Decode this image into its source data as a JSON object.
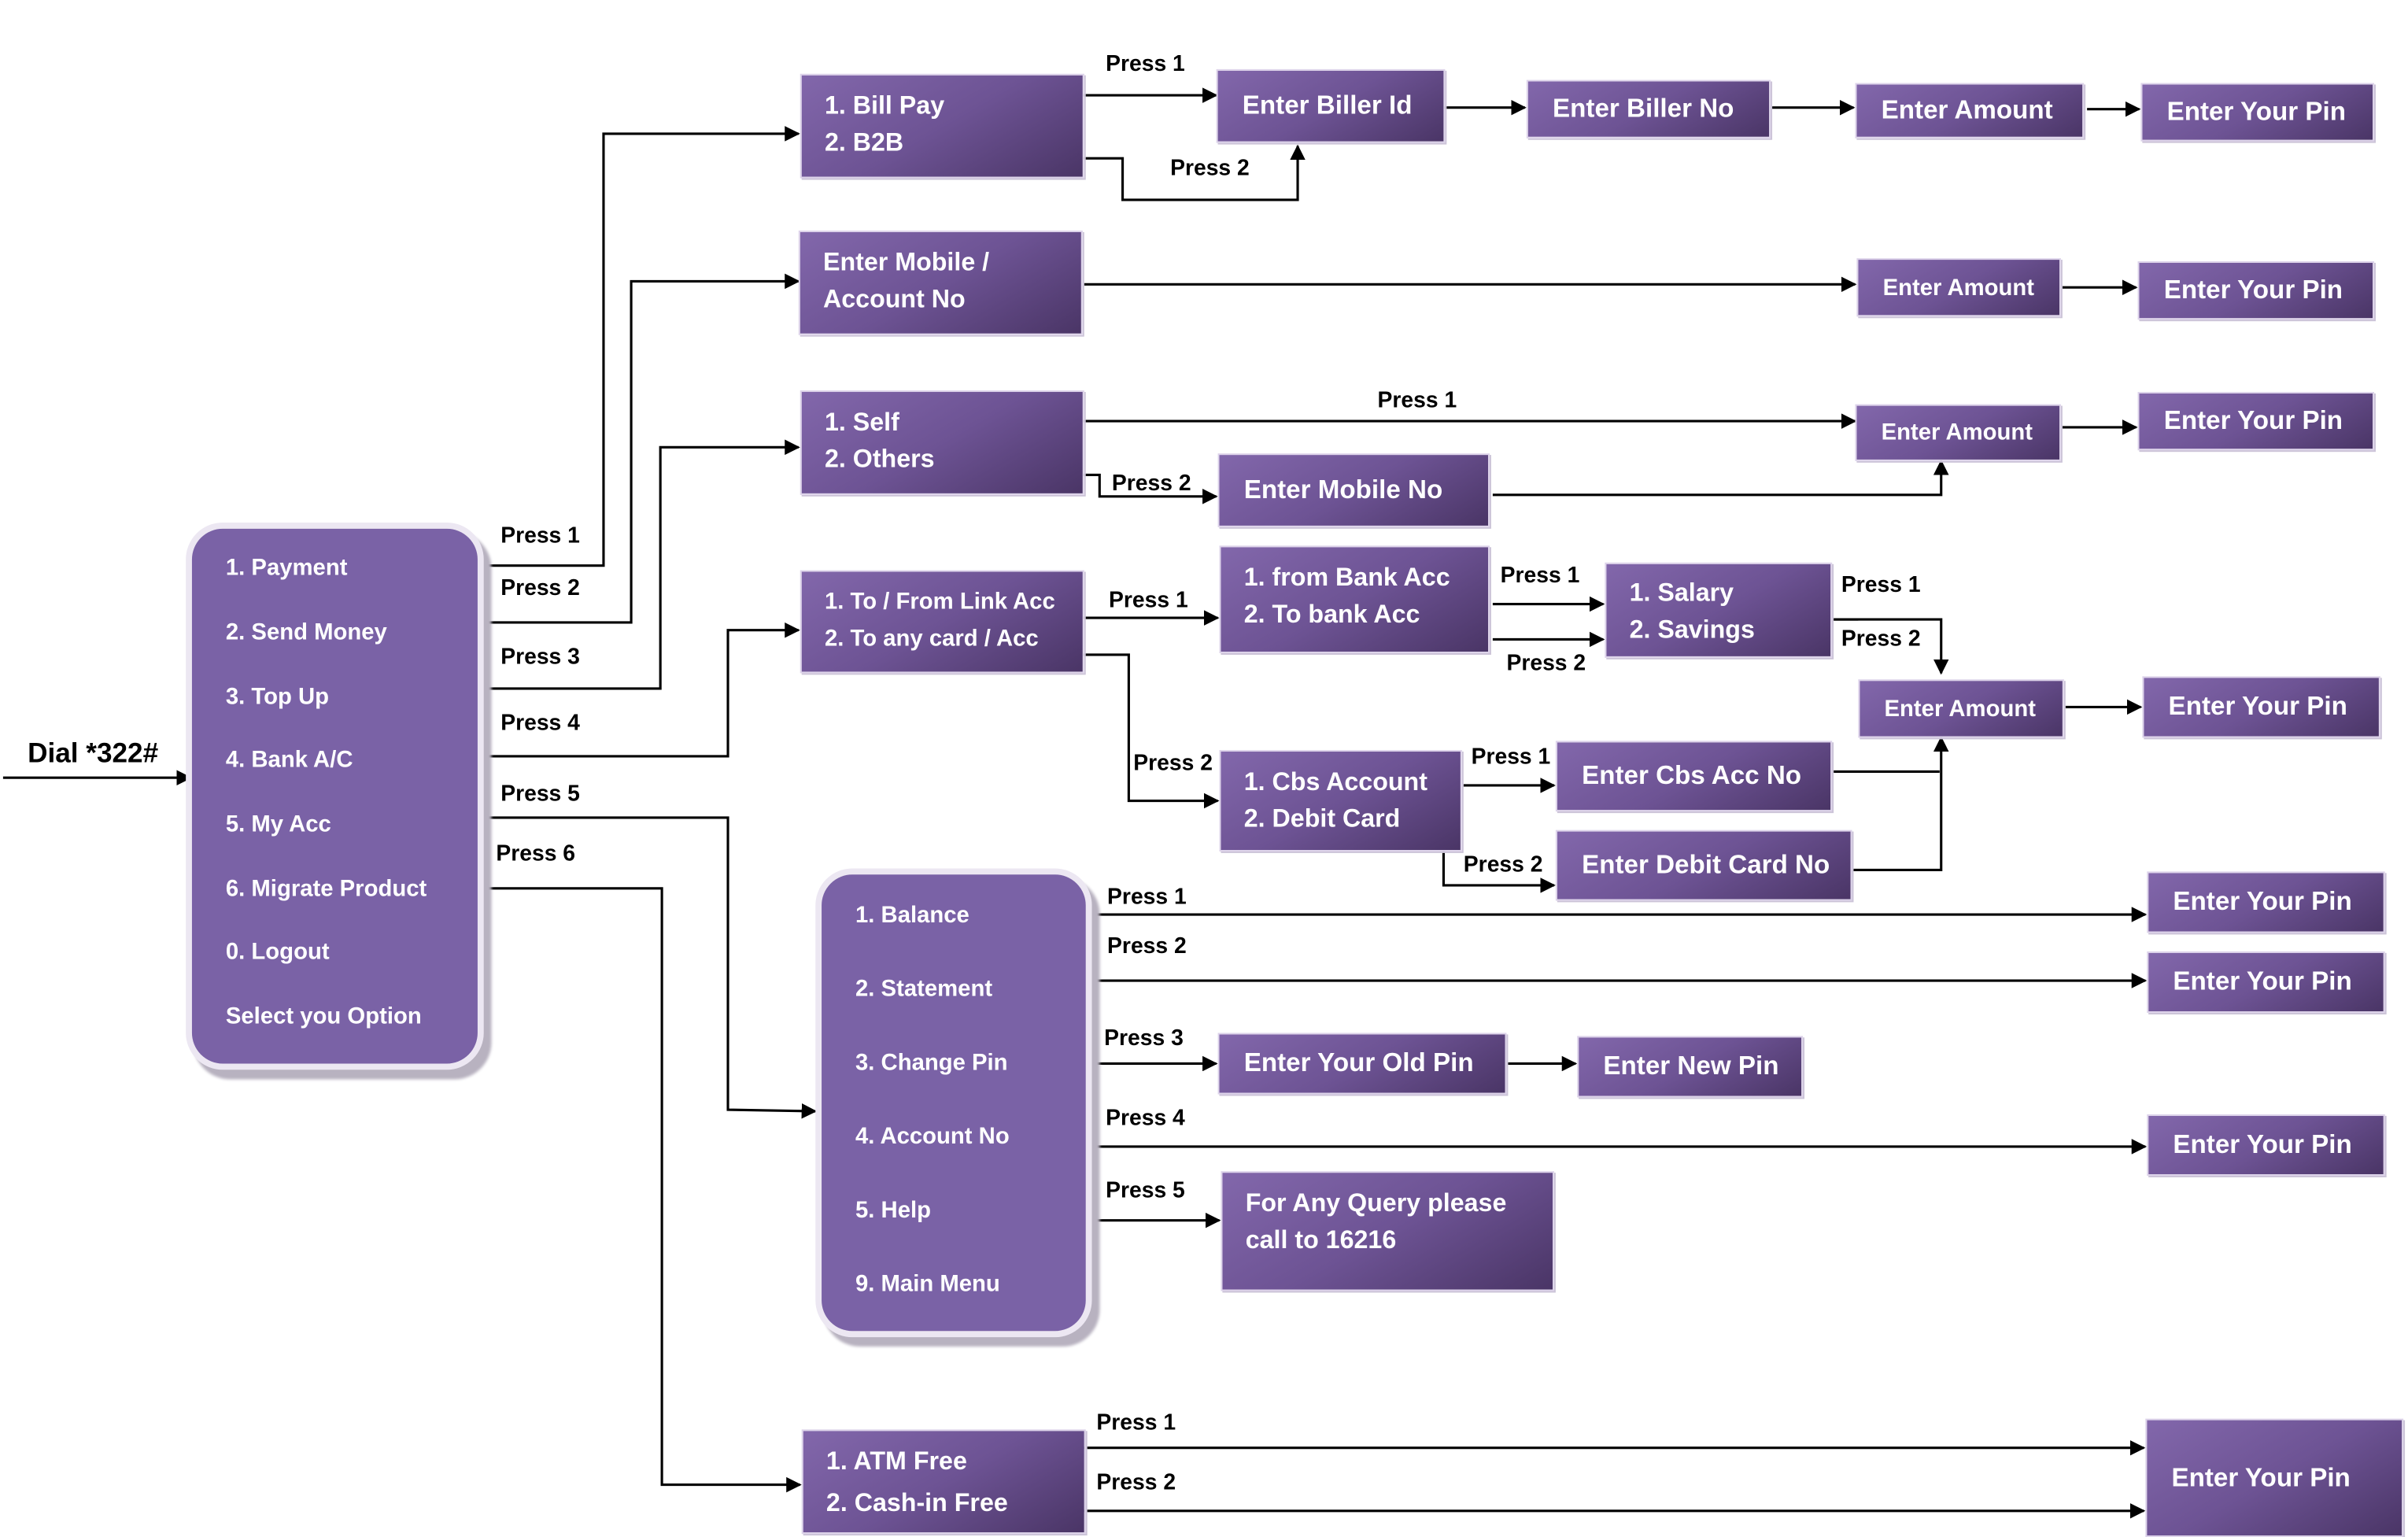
{
  "entry": {
    "dial": "Dial *322#"
  },
  "main_menu": {
    "items": [
      "1. Payment",
      "2. Send Money",
      "3. Top Up",
      "4. Bank A/C",
      "5. My Acc",
      "6. Migrate Product",
      "0. Logout",
      "Select you Option"
    ]
  },
  "my_acc_menu": {
    "items": [
      "1. Balance",
      "2. Statement",
      "3. Change Pin",
      "4. Account No",
      "5. Help",
      "9. Main Menu"
    ]
  },
  "nodes": {
    "payment_options": [
      "1. Bill Pay",
      "2. B2B"
    ],
    "biller_id": "Enter Biller Id",
    "biller_no": "Enter Biller No",
    "amount_payment": "Enter Amount",
    "pin_payment": "Enter Your Pin",
    "mobile_account": [
      "Enter Mobile /",
      "Account No"
    ],
    "amount_send": "Enter Amount",
    "pin_send": "Enter Your Pin",
    "topup_options": [
      "1. Self",
      "2. Others"
    ],
    "mobile_no": "Enter Mobile No",
    "amount_topup": "Enter Amount",
    "pin_topup": "Enter Your Pin",
    "bank_options": [
      "1. To / From Link Acc",
      "2. To any card / Acc"
    ],
    "link_options": [
      "1. from Bank Acc",
      "2. To bank Acc"
    ],
    "acc_type": [
      "1. Salary",
      "2. Savings"
    ],
    "card_options": [
      "1. Cbs Account",
      "2. Debit Card"
    ],
    "cbs_acc": "Enter Cbs Acc No",
    "debit_card": "Enter Debit Card No",
    "amount_bank": "Enter Amount",
    "pin_bank": "Enter Your Pin",
    "pin_balance": "Enter Your Pin",
    "pin_statement": "Enter Your Pin",
    "old_pin": "Enter Your Old Pin",
    "new_pin": "Enter New Pin",
    "pin_account_no": "Enter Your Pin",
    "help_text": [
      "For Any Query please",
      "call to 16216"
    ],
    "migrate_options": [
      "1. ATM Free",
      "2. Cash-in Free"
    ],
    "pin_migrate": "Enter Your Pin"
  },
  "labels": {
    "main_press": [
      "Press 1",
      "Press 2",
      "Press 3",
      "Press 4",
      "Press 5",
      "Press 6"
    ],
    "bill_press_1": "Press 1",
    "bill_press_2": "Press 2",
    "self_press_1": "Press 1",
    "others_press_2": "Press 2",
    "link_press_1": "Press 1",
    "any_card_press_2": "Press 2",
    "from_bank_press_1": "Press 1",
    "to_bank_press_2": "Press 2",
    "salary_press_1": "Press 1",
    "savings_press_2": "Press 2",
    "cbs_press_1": "Press 1",
    "debit_press_2": "Press 2",
    "acc_press": [
      "Press 1",
      "Press 2",
      "Press 3",
      "Press 4",
      "Press 5"
    ],
    "migrate_press": [
      "Press 1",
      "Press 2"
    ]
  },
  "colors": {
    "box_light": "#8267ab",
    "box_dark": "#4a3566",
    "menu_fill": "#7a62a6",
    "text": "#ffffff",
    "connector": "#000000"
  }
}
